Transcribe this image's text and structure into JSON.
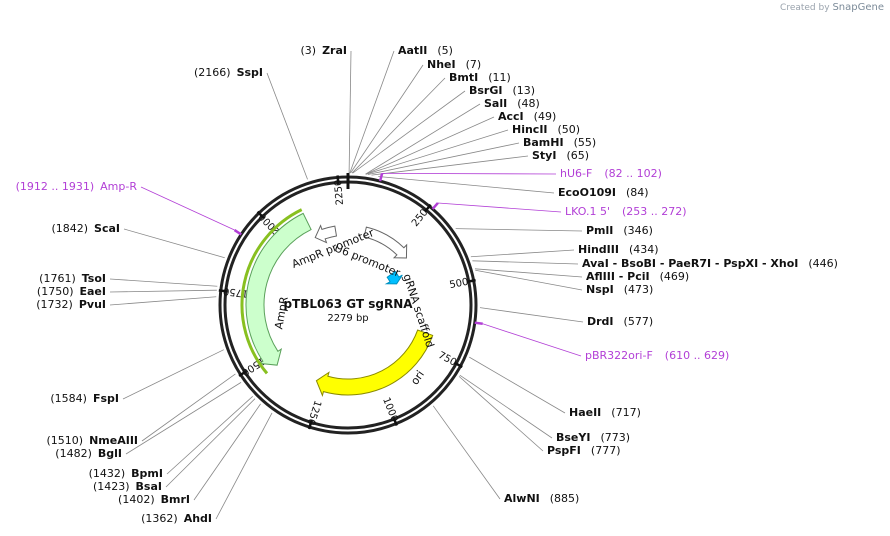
{
  "header": {
    "credit_prefix": "Created by",
    "credit_brand": "SnapGene"
  },
  "plasmid": {
    "name": "pTBL063 GT sgRNA",
    "size": "2279 bp",
    "length": 2279
  },
  "ticks": [
    {
      "pos": 250,
      "label": "250"
    },
    {
      "pos": 500,
      "label": "500"
    },
    {
      "pos": 750,
      "label": "750"
    },
    {
      "pos": 1000,
      "label": "1000"
    },
    {
      "pos": 1250,
      "label": "1250"
    },
    {
      "pos": 1500,
      "label": "1500"
    },
    {
      "pos": 1750,
      "label": "1750"
    },
    {
      "pos": 2000,
      "label": "2000"
    },
    {
      "pos": 2250,
      "label": "2250"
    }
  ],
  "features": [
    {
      "name": "ori",
      "start": 695,
      "end": 1283,
      "strand": "+",
      "color": "#ffff00",
      "stroke": "#8a8a00",
      "label": "ori"
    },
    {
      "name": "AmpR",
      "start": 1454,
      "end": 2114,
      "strand": "-",
      "color": "#ccffcc",
      "stroke": "#5aa05a",
      "label": "AmpR"
    },
    {
      "name": "AmpR promoter",
      "start": 2115,
      "end": 2219,
      "strand": "-",
      "color": "#ffffff",
      "stroke": "#666666",
      "label": "AmpR promoter"
    },
    {
      "name": "U6 promoter",
      "start": 84,
      "end": 324,
      "strand": "+",
      "color": "#ffffff",
      "stroke": "#666666",
      "label": "U6 promoter"
    },
    {
      "name": "gRNA scaffold",
      "start": 346,
      "end": 421,
      "strand": "+",
      "color": "#00bfff",
      "stroke": "#0090c0",
      "label": "gRNA scaffold"
    }
  ],
  "primer_marks": [
    92,
    262,
    620,
    1921
  ],
  "sites": [
    {
      "text": "ZraI",
      "pos": "(3)",
      "side": "left",
      "site": 3
    },
    {
      "text": "SspI",
      "pos": "(2166)",
      "side": "left",
      "site": 2166
    },
    {
      "text": "AatII",
      "pos": "(5)",
      "side": "right",
      "site": 5
    },
    {
      "text": "NheI",
      "pos": "(7)",
      "side": "right",
      "site": 7
    },
    {
      "text": "BmtI",
      "pos": "(11)",
      "side": "right",
      "site": 11
    },
    {
      "text": "BsrGI",
      "pos": "(13)",
      "side": "right",
      "site": 13
    },
    {
      "text": "SalI",
      "pos": "(48)",
      "side": "right",
      "site": 48
    },
    {
      "text": "AccI",
      "pos": "(49)",
      "side": "right",
      "site": 49
    },
    {
      "text": "HincII",
      "pos": "(50)",
      "side": "right",
      "site": 50
    },
    {
      "text": "BamHI",
      "pos": "(55)",
      "side": "right",
      "site": 55
    },
    {
      "text": "StyI",
      "pos": "(65)",
      "side": "right",
      "site": 65
    },
    {
      "text": "EcoO109I",
      "pos": "(84)",
      "side": "right",
      "site": 84
    },
    {
      "text": "PmlI",
      "pos": "(346)",
      "side": "right",
      "site": 346
    },
    {
      "text": "HindIII",
      "pos": "(434)",
      "side": "right",
      "site": 434
    },
    {
      "text": "AvaI   - BsoBI   - PaeR7I   - PspXI   - XhoI",
      "pos": "(446)",
      "side": "right",
      "site": 446
    },
    {
      "text": "AflIII   - PciI",
      "pos": "(469)",
      "side": "right",
      "site": 469
    },
    {
      "text": "NspI",
      "pos": "(473)",
      "side": "right",
      "site": 473
    },
    {
      "text": "DrdI",
      "pos": "(577)",
      "side": "right",
      "site": 577
    },
    {
      "text": "HaeII",
      "pos": "(717)",
      "side": "right",
      "site": 717
    },
    {
      "text": "BseYI",
      "pos": "(773)",
      "side": "right",
      "site": 773
    },
    {
      "text": "PspFI",
      "pos": "(777)",
      "side": "right",
      "site": 777
    },
    {
      "text": "AlwNI",
      "pos": "(885)",
      "side": "right",
      "site": 885
    },
    {
      "text": "ScaI",
      "pos": "(1842)",
      "side": "left",
      "site": 1842
    },
    {
      "text": "TsoI",
      "pos": "(1761)",
      "side": "left",
      "site": 1761
    },
    {
      "text": "EaeI",
      "pos": "(1750)",
      "side": "left",
      "site": 1750
    },
    {
      "text": "PvuI",
      "pos": "(1732)",
      "side": "left",
      "site": 1732
    },
    {
      "text": "FspI",
      "pos": "(1584)",
      "side": "left",
      "site": 1584
    },
    {
      "text": "NmeAIII",
      "pos": "(1510)",
      "side": "left",
      "site": 1510
    },
    {
      "text": "BglI",
      "pos": "(1482)",
      "side": "left",
      "site": 1482
    },
    {
      "text": "BpmI",
      "pos": "(1432)",
      "side": "left",
      "site": 1432
    },
    {
      "text": "BsaI",
      "pos": "(1423)",
      "side": "left",
      "site": 1423
    },
    {
      "text": "BmrI",
      "pos": "(1402)",
      "side": "left",
      "site": 1402
    },
    {
      "text": "AhdI",
      "pos": "(1362)",
      "side": "left",
      "site": 1362
    }
  ],
  "primers": [
    {
      "text": "hU6-F",
      "range": "(82 .. 102)",
      "side": "right",
      "site": 92
    },
    {
      "text": "LKO.1 5'",
      "range": "(253 .. 272)",
      "side": "right",
      "site": 262
    },
    {
      "text": "pBR322ori-F",
      "range": "(610 .. 629)",
      "side": "right",
      "site": 620
    },
    {
      "text": "Amp-R",
      "range": "(1912 .. 1931)",
      "side": "left",
      "site": 1921
    }
  ],
  "colors": {
    "primer": "#b23fd6",
    "backbone": "#222222",
    "leader": "#888888"
  }
}
